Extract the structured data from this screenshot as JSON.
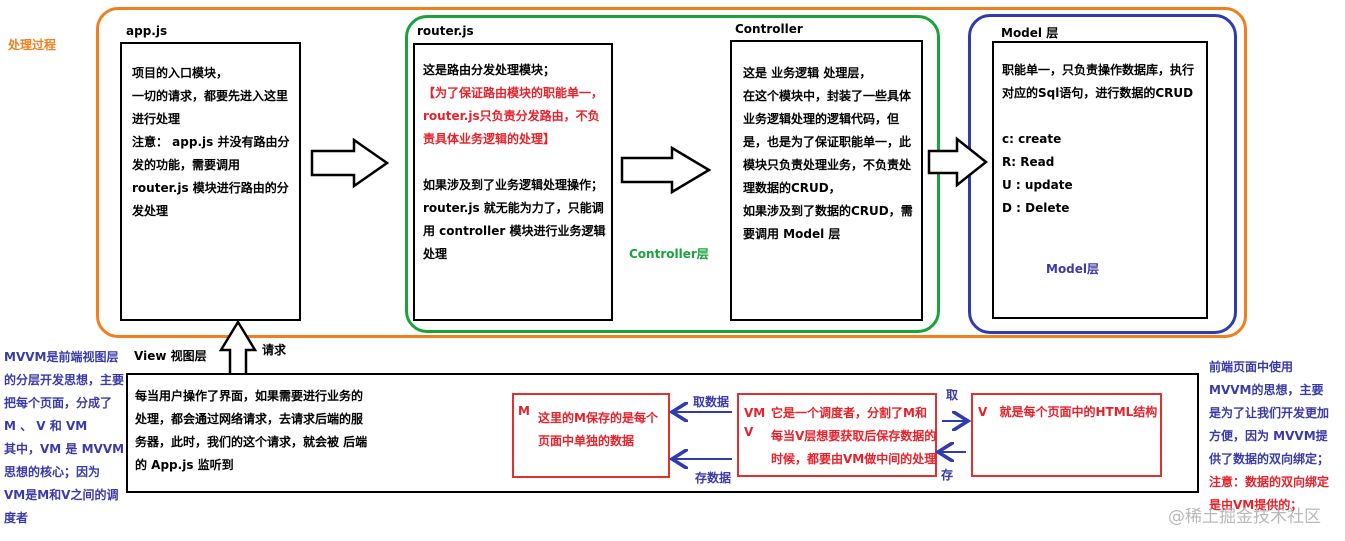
{
  "process_label": "处理过程",
  "appjs": {
    "title": "app.js",
    "lines": [
      "项目的入口模块，",
      "一切的请求，都要先进入这里",
      "进行处理",
      "注意： app.js 并没有路由分",
      "发的功能，需要调用",
      "router.js 模块进行路由的分",
      "发处理"
    ]
  },
  "router": {
    "title": "router.js",
    "line1": "这是路由分发处理模块；",
    "red_lines": [
      "【为了保证路由模块的职能单一，",
      "router.js只负责分发路由，不负",
      "责具体业务逻辑的处理】"
    ],
    "lines": [
      "如果涉及到了业务逻辑处理操作；",
      "router.js 就无能为力了，只能调",
      "用 controller 模块进行业务逻辑",
      "处理"
    ]
  },
  "controller": {
    "title": "Controller",
    "layer_label": "Controller层",
    "lines": [
      "这是 业务逻辑 处理层，",
      "在这个模块中，封装了一些具体",
      "业务逻辑处理的逻辑代码，但",
      "是，也是为了保证职能单一，此",
      "模块只负责处理业务，不负责处",
      "理数据的CRUD，",
      "如果涉及到了数据的CRUD，需",
      "要调用 Model 层"
    ]
  },
  "model": {
    "title": "Model 层",
    "layer_label": "Model层",
    "lines": [
      "职能单一，只负责操作数据库，执行",
      "对应的Sql语句，进行数据的CRUD"
    ],
    "crud": [
      "c:  create",
      "R: Read",
      "U : update",
      "D : Delete"
    ]
  },
  "view": {
    "title": "View 视图层",
    "request_label": "请求",
    "lines": [
      "每当用户操作了界面，如果需要进行业务的",
      "处理，都会通过网络请求，去请求后端的服",
      "务器，此时，我们的这个请求，就会被 后端",
      "的 App.js 监听到"
    ]
  },
  "mvvm": {
    "m_letter": "M",
    "m_lines": [
      "这里的M保存的是每个",
      "页面中单独的数据"
    ],
    "vm_letters": [
      "VM",
      "V"
    ],
    "vm_first": "它是一个调度者，分割了M和",
    "vm_lines": [
      "每当V层想要获取后保存数据的",
      "时候，都要由VM做中间的处理"
    ],
    "v_letter": "V",
    "v_text": "就是每个页面中的HTML结构",
    "fetch_data": "取数据",
    "store_data": "存数据",
    "fetch": "取",
    "store": "存"
  },
  "left_note": [
    "MVVM是前端视图层",
    "的分层开发思想，主要",
    "把每个页面，分成了",
    "M 、 V 和 VM",
    "其中，VM 是 MVVM",
    "思想的核心；因为",
    "VM是M和V之间的调",
    "度者"
  ],
  "right_note": [
    "前端页面中使用",
    "MVVM的思想，主要",
    "是为了让我们开发更加",
    "方便，因为 MVVM提",
    "供了数据的双向绑定；"
  ],
  "right_note_red": [
    "注意：数据的双向绑定",
    "是由VM提供的；"
  ],
  "watermark": "@稀土掘金技术社区",
  "colors": {
    "orange": "#f07f1e",
    "green": "#19a33a",
    "blue": "#3a3aa8",
    "red": "#e8222b",
    "navy": "#2e3cb0"
  }
}
